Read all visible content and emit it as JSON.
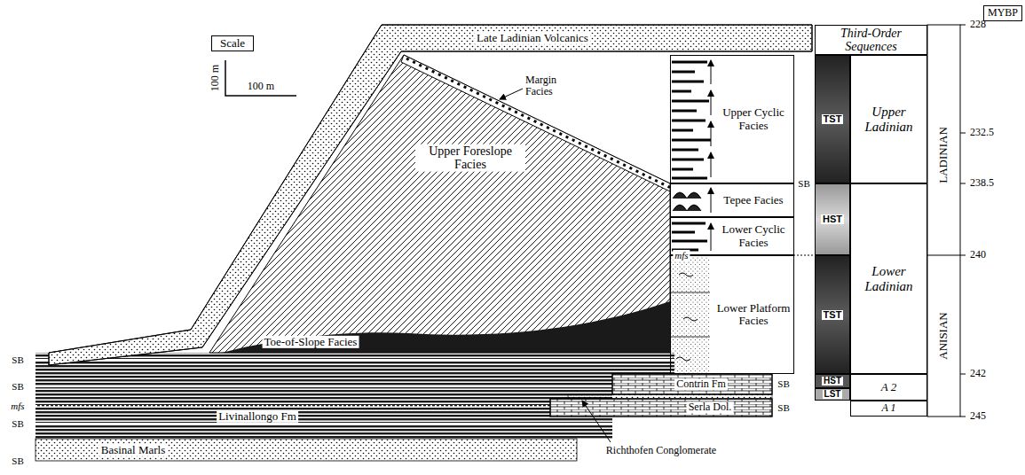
{
  "diagram": {
    "nodes": [
      {
        "text": [
          "Scale"
        ]
      },
      {
        "text": [
          "Third-Order Sequences"
        ]
      },
      {
        "text": [
          "Upper Cyclic Facies"
        ]
      },
      {
        "text": [
          "Tepee Facies"
        ]
      },
      {
        "text": [
          "Lower Cyclic Facies"
        ]
      },
      {
        "text": [
          "Lower Platform Facies"
        ]
      },
      {
        "text": [
          "TST"
        ]
      },
      {
        "text": [
          "HST"
        ]
      },
      {
        "text": [
          "TST"
        ]
      },
      {
        "text": [
          "HST"
        ]
      },
      {
        "text": [
          "LST"
        ]
      },
      {
        "text": [
          "Upper Ladinian"
        ]
      },
      {
        "text": [
          "Lower Ladinian"
        ]
      },
      {
        "text": [
          "A 2"
        ]
      },
      {
        "text": [
          "A 1"
        ]
      },
      {
        "text": [
          "MYBP"
        ]
      }
    ],
    "labels": [
      "100 m",
      "100 m",
      "Late Ladinian Volcanics",
      "Margin Facies",
      "Upper Foreslope Facies",
      "Toe-of-Slope Facies",
      "Livinallongo Fm",
      "Basinal Marls",
      "Contrin Fm",
      "Serla Dol.",
      "Richthofen Conglomerate",
      "SB",
      "SB",
      "mfs",
      "SB",
      "SB",
      "SB",
      "SB",
      "SB",
      "mfs",
      "228",
      "232.5",
      "238.5",
      "240",
      "242",
      "245",
      "LADINIAN",
      "ANISIAN"
    ]
  }
}
